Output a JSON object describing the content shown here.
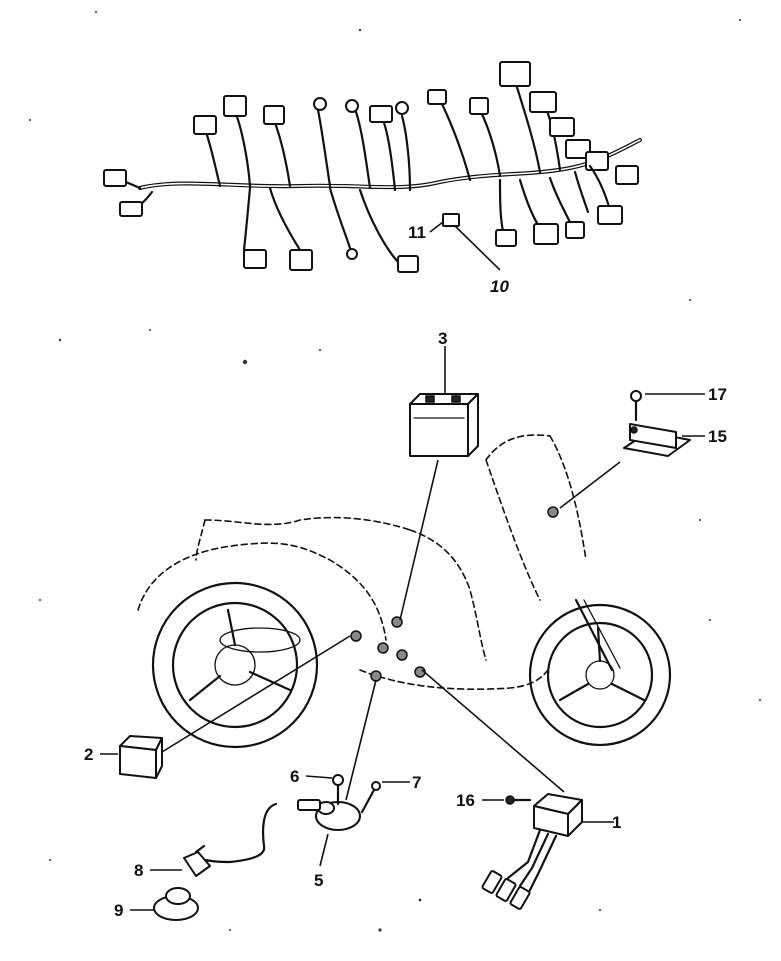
{
  "callouts": {
    "c1": "1",
    "c2": "2",
    "c3": "3",
    "c5": "5",
    "c6": "6",
    "c7": "7",
    "c8": "8",
    "c9": "9",
    "c10": "10",
    "c11": "11",
    "c15": "15",
    "c16": "16",
    "c17": "17"
  }
}
